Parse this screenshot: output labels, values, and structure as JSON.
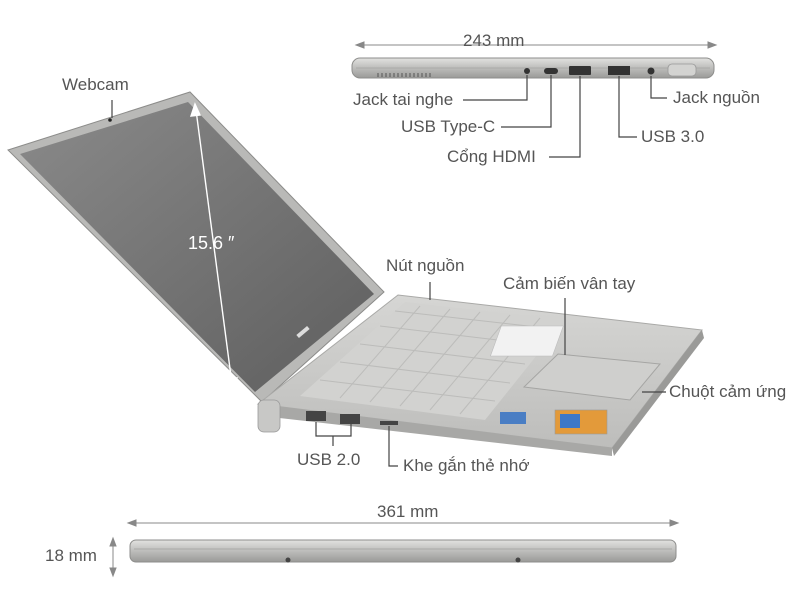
{
  "colors": {
    "label_text": "#555555",
    "leader_line": "#444444",
    "dimension_line": "#888888",
    "chassis": "#c9c9c7",
    "screen": "#6f6f6f",
    "keys": "#e9e9e9"
  },
  "dimensions": {
    "width_top": "243 mm",
    "width_bottom": "361 mm",
    "thickness": "18 mm",
    "screen_size": "15.6 ″"
  },
  "labels": {
    "webcam": "Webcam",
    "headphone_jack": "Jack tai nghe",
    "usb_type_c": "USB Type-C",
    "hdmi_port": "Cổng HDMI",
    "usb_3": "USB 3.0",
    "power_jack": "Jack nguồn",
    "power_button": "Nút nguồn",
    "fingerprint_sensor": "Cảm biến vân tay",
    "touchpad": "Chuột cảm ứng",
    "usb_2": "USB 2.0",
    "card_reader": "Khe gắn thẻ nhớ"
  }
}
